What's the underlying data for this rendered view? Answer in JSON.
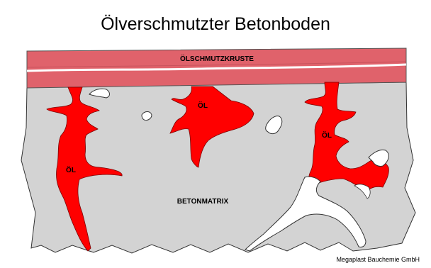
{
  "diagram": {
    "title": "Ölverschmutzter Betonboden",
    "labels": {
      "crust": "ÖLSCHMUTZKRUSTE",
      "oil_1": "ÖL",
      "oil_2": "ÖL",
      "oil_3": "ÖL",
      "matrix": "BETONMATRIX"
    },
    "credit": "Megaplast Bauchemie GmbH"
  },
  "colors": {
    "crust_fill": "#e0626b",
    "crust_line": "#ffffff",
    "concrete_fill": "#d3d3d3",
    "oil_fill": "#ff0000",
    "outline": "#333333"
  }
}
